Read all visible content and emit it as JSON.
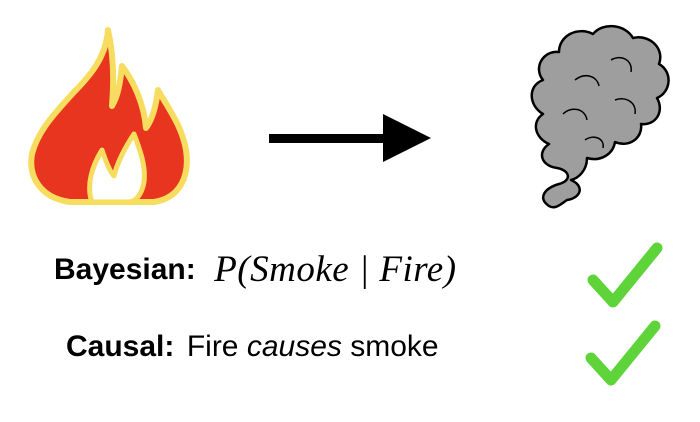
{
  "diagram": {
    "nodes": [
      {
        "id": "fire",
        "icon": "fire-icon",
        "fill": "#e8351f",
        "outline": "#f7dd5f"
      },
      {
        "id": "smoke",
        "icon": "smoke-icon",
        "fill": "#9e9e9e",
        "outline": "#000000"
      }
    ],
    "edge": {
      "from": "fire",
      "to": "smoke",
      "icon": "right-arrow-icon",
      "color": "#000000"
    }
  },
  "rows": [
    {
      "label": "Bayesian:",
      "formula": "P(Smoke | Fire)",
      "check_icon": "checkmark-icon",
      "check_color": "#5fd43a"
    },
    {
      "label": "Causal:",
      "statement_pre": "Fire",
      "statement_em": "causes",
      "statement_post": "smoke",
      "check_icon": "checkmark-icon",
      "check_color": "#5fd43a"
    }
  ]
}
